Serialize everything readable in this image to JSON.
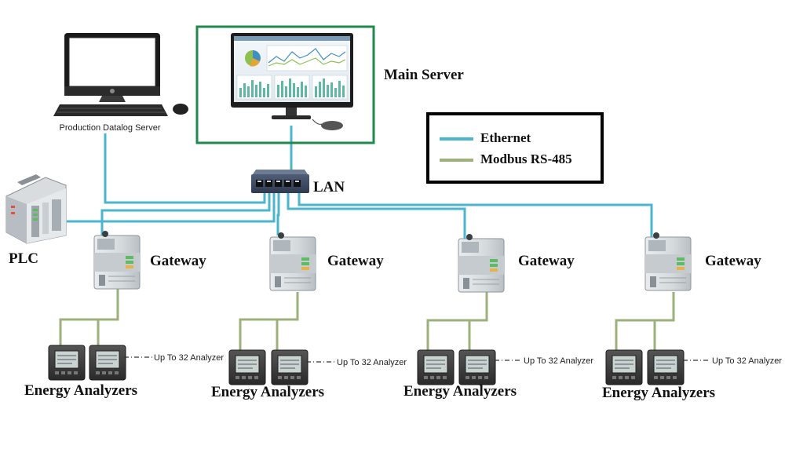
{
  "labels": {
    "production_server": "Production Datalog Server",
    "main_server": "Main Server",
    "lan": "LAN",
    "plc": "PLC"
  },
  "legend": {
    "ethernet_label": "Ethernet",
    "modbus_label": "Modbus RS-485",
    "ethernet_color": "#4bb5cf",
    "modbus_color": "#9bb07a"
  },
  "branches": [
    {
      "gateway_label": "Gateway",
      "analyzers_label": "Energy Analyzers",
      "limit_label": "Up To 32 Analyzer"
    },
    {
      "gateway_label": "Gateway",
      "analyzers_label": "Energy Analyzers",
      "limit_label": "Up To 32 Analyzer"
    },
    {
      "gateway_label": "Gateway",
      "analyzers_label": "Energy Analyzers",
      "limit_label": "Up To 32 Analyzer"
    },
    {
      "gateway_label": "Gateway",
      "analyzers_label": "Energy Analyzers",
      "limit_label": "Up To 32 Analyzer"
    }
  ],
  "icons": {
    "desktop": "desktop-computer-icon",
    "monitor": "monitor-dashboard-icon",
    "switch": "network-switch-icon",
    "plc": "plc-module-icon",
    "gateway": "gateway-device-icon",
    "analyzer": "energy-meter-icon"
  }
}
